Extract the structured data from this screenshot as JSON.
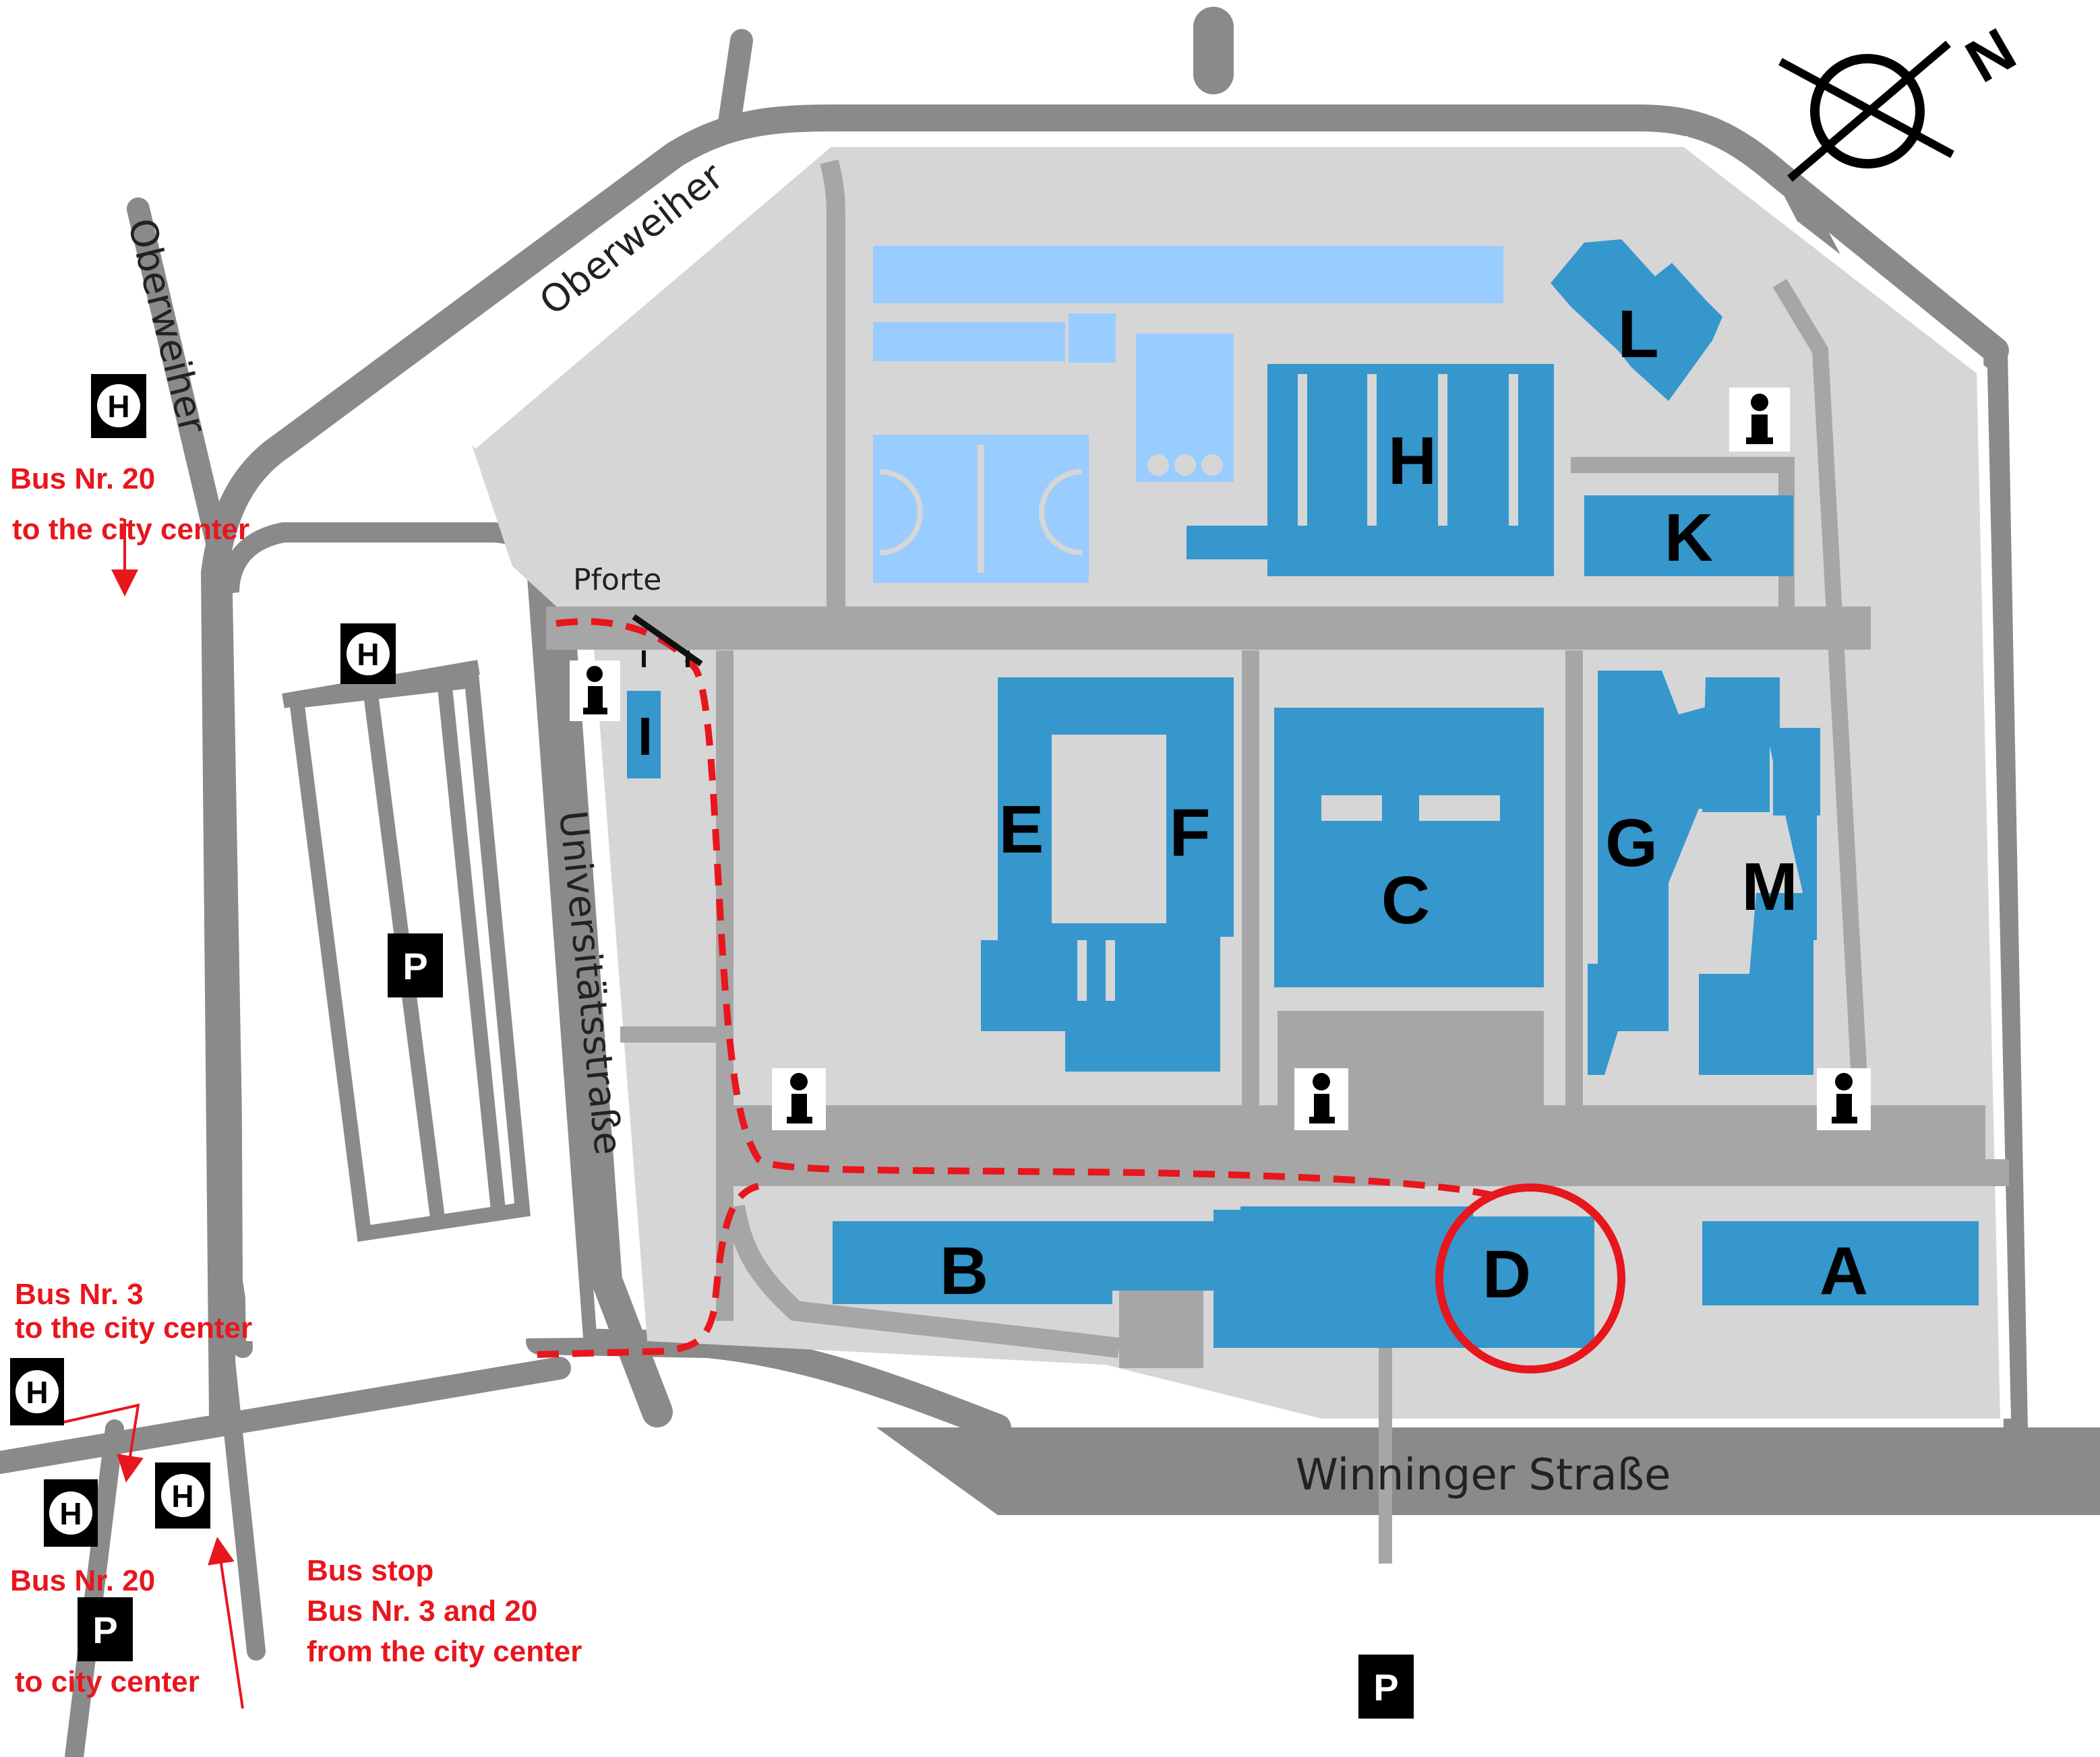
{
  "map": {
    "streets": {
      "oberweiher_top": "Oberweiher",
      "oberweiher_left": "Oberweiher",
      "universitaetsstrasse": "Universitätsstraße",
      "winninger": "Winninger Straße"
    },
    "gate_label": "Pforte",
    "buildings": [
      "A",
      "B",
      "C",
      "D",
      "E",
      "F",
      "G",
      "H",
      "I",
      "K",
      "L",
      "M"
    ],
    "highlighted_building": "D",
    "icons": {
      "bus_stop_letter": "H",
      "parking_letter": "P",
      "info_letter": "i"
    },
    "bus_notes": {
      "top_left_line1": "Bus Nr. 20",
      "top_left_line2": "to the city center",
      "bus3_line1": "Bus Nr. 3",
      "bus3_line2": "to the city center",
      "bus20_line1": "Bus Nr. 20",
      "bus20_line2": "to city center",
      "stop_line1": "Bus stop",
      "stop_line2": "Bus Nr. 3 and 20",
      "stop_line3": "from the city center"
    },
    "compass_letter": "N",
    "colors": {
      "building": "#3597cc",
      "sports": "#99ccff",
      "campus": "#d6d6d6",
      "road": "#8a8a8a",
      "route": "#e8161d"
    }
  }
}
